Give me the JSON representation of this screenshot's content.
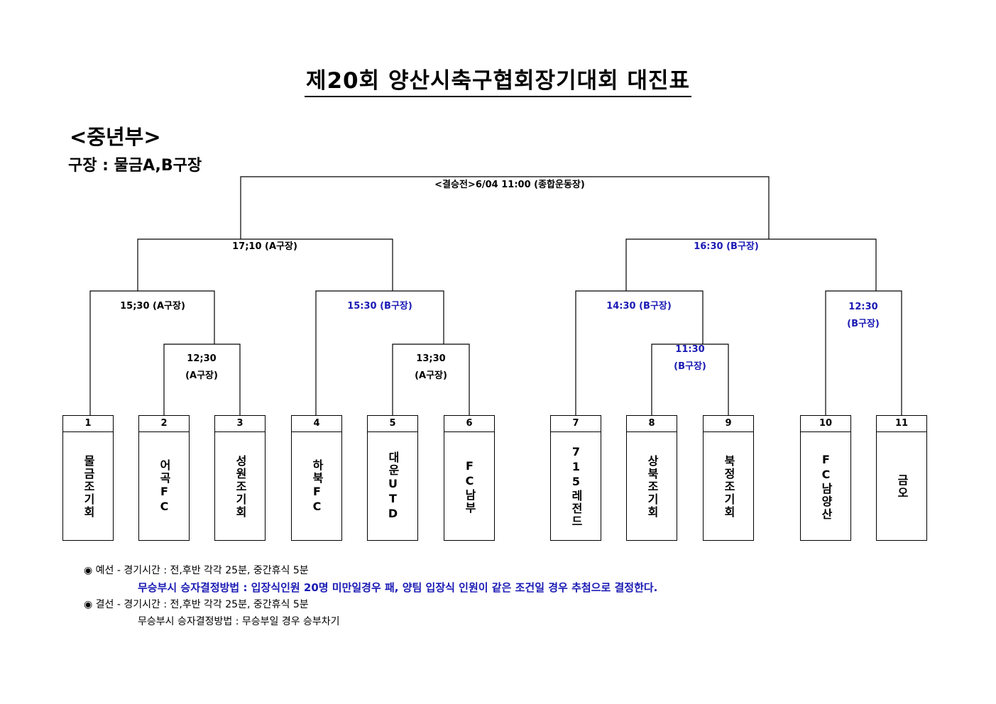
{
  "title": "제20회 양산시축구협회장기대회 대진표",
  "division": "<중년부>",
  "venue": "구장 : 물금A,B구장",
  "colors": {
    "blue_text": "#1a1ab4",
    "black_text": "#000000"
  },
  "matches": {
    "final": "<결승전>6/04 11:00 (종합운동장)",
    "semi_left": "17;10 (A구장)",
    "semi_right": "16:30 (B구장)",
    "q1": "15;30 (A구장)",
    "q2": "15:30 (B구장)",
    "q3": "14:30 (B구장)",
    "q4_time": "12:30",
    "q4_venue": "(B구장)",
    "r1_time": "12;30",
    "r1_venue": "(A구장)",
    "r2_time": "13;30",
    "r2_venue": "(A구장)",
    "r3_time": "11:30",
    "r3_venue": "(B구장)"
  },
  "teams": [
    {
      "num": "1",
      "name": "물금조기회"
    },
    {
      "num": "2",
      "name": "어곡FC"
    },
    {
      "num": "3",
      "name": "성원조기회"
    },
    {
      "num": "4",
      "name": "하북FC"
    },
    {
      "num": "5",
      "name": "대운UTD"
    },
    {
      "num": "6",
      "name": "FC남부"
    },
    {
      "num": "7",
      "name": "715레전드"
    },
    {
      "num": "8",
      "name": "상북조기회"
    },
    {
      "num": "9",
      "name": "북정조기회"
    },
    {
      "num": "10",
      "name": "FC남양산"
    },
    {
      "num": "11",
      "name": "금오"
    }
  ],
  "notes": {
    "prelim": "◉ 예선 - 경기시간 : 전,후반 각각 25분, 중간휴식 5분",
    "prelim_tie": "무승부시 승자결정방법 : 입장식인원 20명 미만일경우 패, 양팀 입장식 인원이 같은 조건일 경우 추첨으로 결정한다.",
    "final": "◉ 결선 - 경기시간 : 전,후반 각각 25분, 중간휴식 5분",
    "final_tie": "무승부시 승자결정방법 : 무승부일 경우 승부차기"
  }
}
